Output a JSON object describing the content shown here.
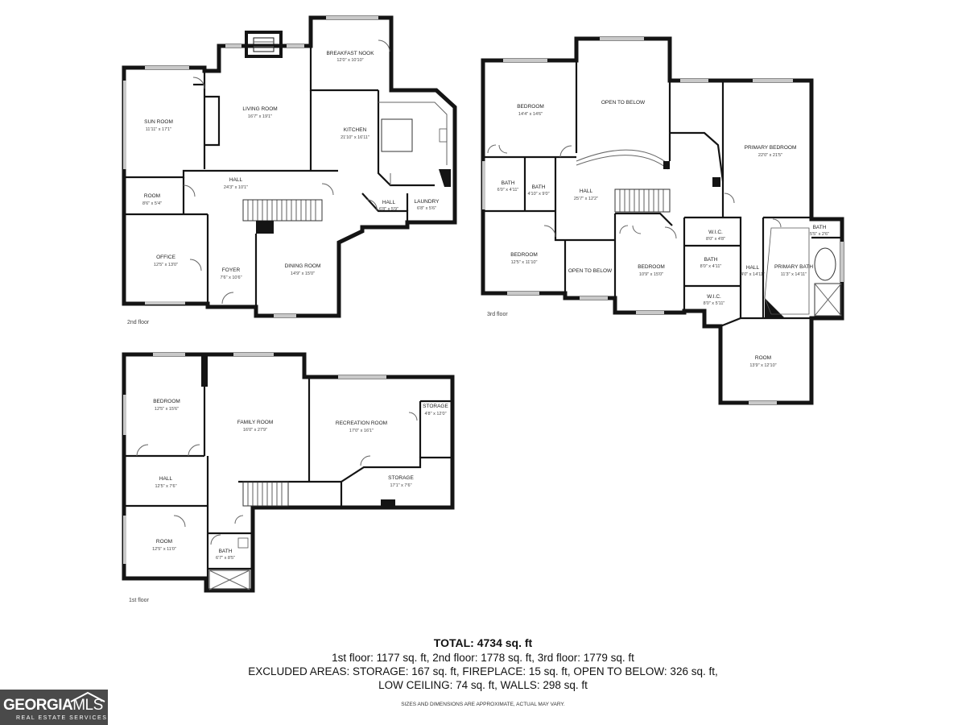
{
  "floor_2": {
    "label": "2nd floor",
    "rooms": {
      "sun_room": {
        "name": "SUN ROOM",
        "dims": "11'11\" x 17'1\""
      },
      "living_room": {
        "name": "LIVING ROOM",
        "dims": "16'7\" x 19'1\""
      },
      "breakfast_nook": {
        "name": "BREAKFAST NOOK",
        "dims": "12'0\" x 10'10\""
      },
      "kitchen": {
        "name": "KITCHEN",
        "dims": "21'10\" x 16'11\""
      },
      "room": {
        "name": "ROOM",
        "dims": "8'6\" x 5'4\""
      },
      "hall_main": {
        "name": "HALL",
        "dims": "24'3\" x 10'1\""
      },
      "hall_small": {
        "name": "HALL",
        "dims": "6'8\" x 5'9\""
      },
      "laundry": {
        "name": "LAUNDRY",
        "dims": "6'8\" x 5'6\""
      },
      "office": {
        "name": "OFFICE",
        "dims": "12'5\" x 13'0\""
      },
      "foyer": {
        "name": "FOYER",
        "dims": "7'6\" x 10'6\""
      },
      "dining_room": {
        "name": "DINING ROOM",
        "dims": "14'9\" x 15'0\""
      }
    }
  },
  "floor_3": {
    "label": "3rd floor",
    "rooms": {
      "bedroom_nw": {
        "name": "BEDROOM",
        "dims": "14'4\" x 14'6\""
      },
      "open_to_below_top": {
        "name": "OPEN TO BELOW",
        "dims": ""
      },
      "primary_bedroom": {
        "name": "PRIMARY BEDROOM",
        "dims": "22'0\" x 21'5\""
      },
      "bath_a": {
        "name": "BATH",
        "dims": "6'0\" x 4'11\""
      },
      "bath_b": {
        "name": "BATH",
        "dims": "4'10\" x 9'0\""
      },
      "hall": {
        "name": "HALL",
        "dims": "25'7\" x 12'2\""
      },
      "bedroom_sw": {
        "name": "BEDROOM",
        "dims": "12'5\" x 11'10\""
      },
      "open_to_below_bottom": {
        "name": "OPEN TO BELOW",
        "dims": ""
      },
      "bedroom_mid": {
        "name": "BEDROOM",
        "dims": "10'9\" x 15'0\""
      },
      "wic_a": {
        "name": "W.I.C.",
        "dims": "8'0\" x 4'8\""
      },
      "bath_c": {
        "name": "BATH",
        "dims": "8'0\" x 4'11\""
      },
      "wic_b": {
        "name": "W.I.C.",
        "dims": "8'0\" x 5'11\""
      },
      "hall_b": {
        "name": "HALL",
        "dims": "4'0\" x 14'11\""
      },
      "bath_d": {
        "name": "BATH",
        "dims": "5'5\" x 2'6\""
      },
      "primary_bath": {
        "name": "PRIMARY BATH",
        "dims": "11'3\" x 14'11\""
      },
      "room": {
        "name": "ROOM",
        "dims": "13'9\" x 12'10\""
      }
    }
  },
  "floor_1": {
    "label": "1st floor",
    "rooms": {
      "bedroom": {
        "name": "BEDROOM",
        "dims": "12'5\" x 15'6\""
      },
      "family_room": {
        "name": "FAMILY ROOM",
        "dims": "16'0\" x 27'9\""
      },
      "recreation_room": {
        "name": "RECREATION ROOM",
        "dims": "17'0\" x 16'1\""
      },
      "storage_a": {
        "name": "STORAGE",
        "dims": "4'8\" x 12'0\""
      },
      "hall": {
        "name": "HALL",
        "dims": "12'5\" x 7'6\""
      },
      "storage_b": {
        "name": "STORAGE",
        "dims": "17'1\" x 7'6\""
      },
      "room": {
        "name": "ROOM",
        "dims": "12'5\" x 11'0\""
      },
      "bath": {
        "name": "BATH",
        "dims": "6'7\" x 8'5\""
      }
    }
  },
  "summary": {
    "total": "TOTAL: 4734 sq. ft",
    "line1": "1st floor: 1177 sq. ft, 2nd floor: 1778 sq. ft, 3rd floor: 1779 sq. ft",
    "line2": "EXCLUDED AREAS: STORAGE: 167 sq. ft, FIREPLACE: 15 sq. ft, OPEN TO BELOW: 326 sq. ft,",
    "line3": "LOW CEILING: 74 sq. ft, WALLS: 298 sq. ft"
  },
  "disclaimer": "SIZES AND DIMENSIONS ARE APPROXIMATE, ACTUAL MAY VARY.",
  "logo": {
    "brand_a": "GEORGIA",
    "brand_b": "MLS",
    "tagline": "REAL ESTATE SERVICES",
    "background": "#4a4a4a"
  }
}
